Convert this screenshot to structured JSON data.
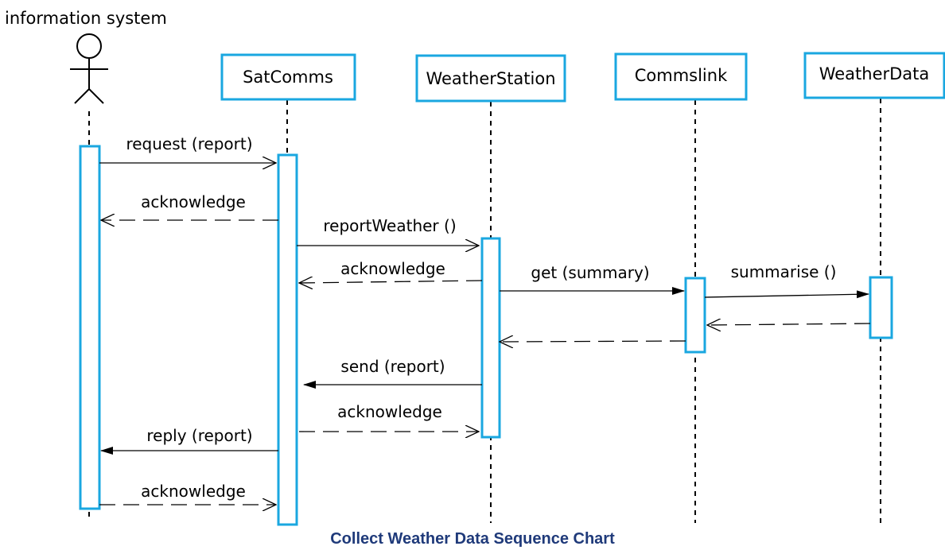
{
  "actor": {
    "label": "information system"
  },
  "objects": [
    {
      "id": "satcomms",
      "label": "SatComms"
    },
    {
      "id": "weatherstation",
      "label": "WeatherStation"
    },
    {
      "id": "commslink",
      "label": "Commslink"
    },
    {
      "id": "weatherdata",
      "label": "WeatherData"
    }
  ],
  "messages": [
    {
      "id": "m1",
      "label": "request (report)",
      "from": "actor",
      "to": "satcomms",
      "kind": "call"
    },
    {
      "id": "m2",
      "label": "acknowledge",
      "from": "satcomms",
      "to": "actor",
      "kind": "return"
    },
    {
      "id": "m3",
      "label": "reportWeather ()",
      "from": "satcomms",
      "to": "weatherstation",
      "kind": "call"
    },
    {
      "id": "m4",
      "label": "acknowledge",
      "from": "weatherstation",
      "to": "satcomms",
      "kind": "return"
    },
    {
      "id": "m5",
      "label": "get (summary)",
      "from": "weatherstation",
      "to": "commslink",
      "kind": "call"
    },
    {
      "id": "m6",
      "label": "summarise ()",
      "from": "commslink",
      "to": "weatherdata",
      "kind": "call"
    },
    {
      "id": "m7",
      "label": "",
      "from": "weatherdata",
      "to": "commslink",
      "kind": "return"
    },
    {
      "id": "m8",
      "label": "",
      "from": "commslink",
      "to": "weatherstation",
      "kind": "return"
    },
    {
      "id": "m9",
      "label": "send (report)",
      "from": "weatherstation",
      "to": "satcomms",
      "kind": "call"
    },
    {
      "id": "m10",
      "label": "acknowledge",
      "from": "satcomms",
      "to": "weatherstation",
      "kind": "return"
    },
    {
      "id": "m11",
      "label": "reply (report)",
      "from": "satcomms",
      "to": "actor",
      "kind": "call"
    },
    {
      "id": "m12",
      "label": "acknowledge",
      "from": "actor",
      "to": "satcomms",
      "kind": "return"
    }
  ],
  "caption": "Collect Weather Data Sequence Chart",
  "colors": {
    "box_border": "#1aa7e0",
    "line": "#000000",
    "caption": "#1f3a7a"
  }
}
